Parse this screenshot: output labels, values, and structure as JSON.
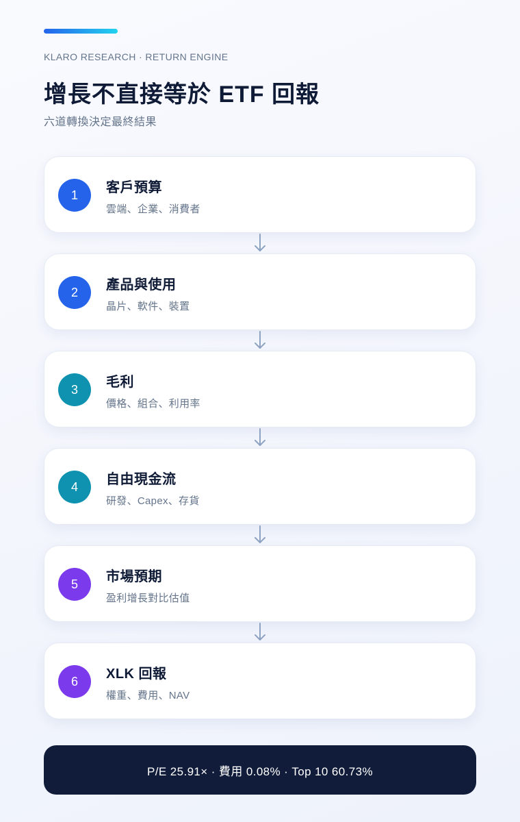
{
  "header": {
    "eyebrow": "KLARO RESEARCH · RETURN ENGINE",
    "title": "增長不直接等於 ETF 回報",
    "subtitle": "六道轉換決定最終結果"
  },
  "steps": [
    {
      "number": "1",
      "title": "客戶預算",
      "desc": "雲端、企業、消費者",
      "color": "#2563eb"
    },
    {
      "number": "2",
      "title": "產品與使用",
      "desc": "晶片、軟件、裝置",
      "color": "#2563eb"
    },
    {
      "number": "3",
      "title": "毛利",
      "desc": "價格、組合、利用率",
      "color": "#0e92b0"
    },
    {
      "number": "4",
      "title": "自由現金流",
      "desc": "研發、Capex、存貨",
      "color": "#0e92b0"
    },
    {
      "number": "5",
      "title": "市場預期",
      "desc": "盈利增長對比估值",
      "color": "#7c3aed"
    },
    {
      "number": "6",
      "title": "XLK 回報",
      "desc": "權重、費用、NAV",
      "color": "#7c3aed"
    }
  ],
  "footer": {
    "summary": "P/E 25.91× · 費用 0.08% · Top 10 60.73%"
  },
  "colors": {
    "connector_arrow": "#8ea3c2"
  }
}
